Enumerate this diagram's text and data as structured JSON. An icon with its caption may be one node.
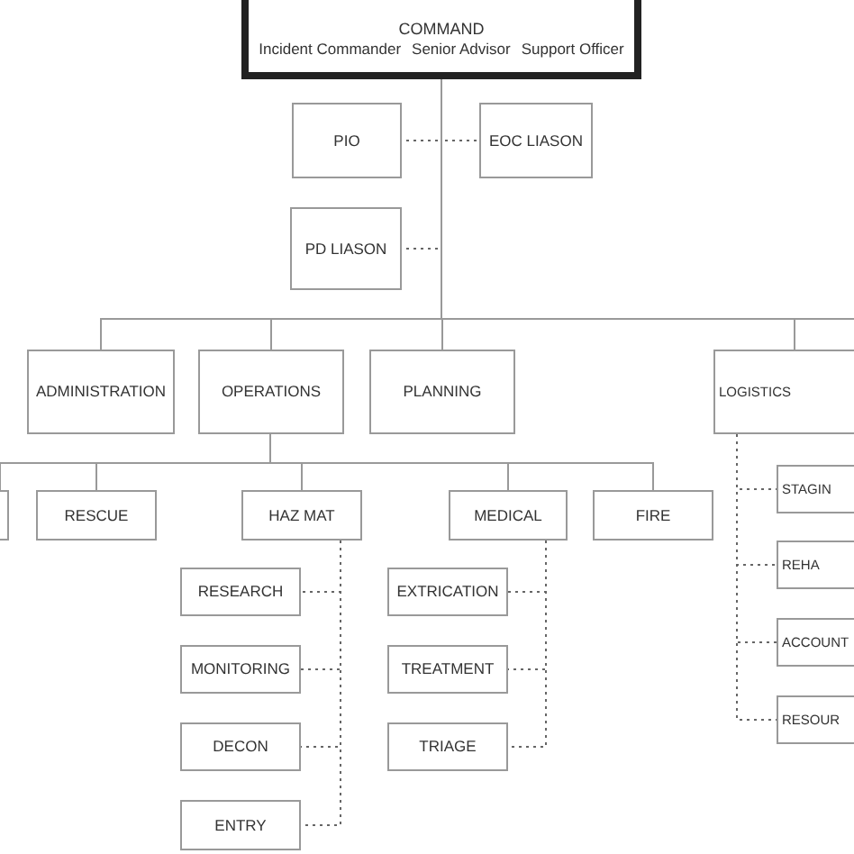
{
  "diagram": {
    "nodes": [
      {
        "text": [
          "COMMAND",
          "Incident Commander",
          "Senior Advisor",
          "Support Officer"
        ]
      },
      {
        "text": [
          "PIO"
        ]
      },
      {
        "text": [
          "EOC LIASON"
        ]
      },
      {
        "text": [
          "PD LIASON"
        ]
      },
      {
        "text": [
          "ADMINISTRATION"
        ]
      },
      {
        "text": [
          "OPERATIONS"
        ]
      },
      {
        "text": [
          "PLANNING"
        ]
      },
      {
        "text": [
          "LOGISTICS"
        ]
      },
      {
        "text": [],
        "shape": "box"
      },
      {
        "text": [
          "RESCUE"
        ]
      },
      {
        "text": [
          "HAZ MAT"
        ]
      },
      {
        "text": [
          "MEDICAL"
        ]
      },
      {
        "text": [
          "FIRE"
        ]
      },
      {
        "text": [
          "STAGIN"
        ]
      },
      {
        "text": [
          "RESEARCH"
        ]
      },
      {
        "text": [
          "EXTRICATION"
        ]
      },
      {
        "text": [
          "REHA"
        ]
      },
      {
        "text": [
          "MONITORING"
        ]
      },
      {
        "text": [
          "TREATMENT"
        ]
      },
      {
        "text": [
          "ACCOUNT"
        ]
      },
      {
        "text": [
          "DECON"
        ]
      },
      {
        "text": [
          "TRIAGE"
        ]
      },
      {
        "text": [
          "RESOUR"
        ]
      },
      {
        "text": [
          "ENTRY"
        ]
      }
    ],
    "edges": [
      {
        "from": 0,
        "to": 1,
        "arrow": "none",
        "style": "dashed"
      },
      {
        "from": 0,
        "to": 2,
        "arrow": "none",
        "style": "dashed"
      },
      {
        "from": 0,
        "to": 3,
        "arrow": "none",
        "style": "dashed"
      },
      {
        "from": 0,
        "to": 4,
        "arrow": "none"
      },
      {
        "from": 0,
        "to": 5,
        "arrow": "none"
      },
      {
        "from": 0,
        "to": 6,
        "arrow": "none"
      },
      {
        "from": 0,
        "to": 7,
        "arrow": "none"
      },
      {
        "from": 0,
        "to": null,
        "arrow": "none"
      },
      {
        "from": 5,
        "to": 8,
        "arrow": "none"
      },
      {
        "from": 5,
        "to": 9,
        "arrow": "none"
      },
      {
        "from": 5,
        "to": 10,
        "arrow": "none"
      },
      {
        "from": 5,
        "to": 11,
        "arrow": "none"
      },
      {
        "from": 5,
        "to": 12,
        "arrow": "none"
      },
      {
        "from": 10,
        "to": 14,
        "arrow": "none",
        "style": "dashed"
      },
      {
        "from": 10,
        "to": 17,
        "arrow": "none",
        "style": "dashed"
      },
      {
        "from": 10,
        "to": 20,
        "arrow": "none",
        "style": "dashed"
      },
      {
        "from": 10,
        "to": 23,
        "arrow": "none",
        "style": "dashed"
      },
      {
        "from": 11,
        "to": 15,
        "arrow": "none",
        "style": "dashed"
      },
      {
        "from": 11,
        "to": 18,
        "arrow": "none",
        "style": "dashed"
      },
      {
        "from": 11,
        "to": 21,
        "arrow": "none",
        "style": "dashed"
      },
      {
        "from": 7,
        "to": 13,
        "arrow": "none",
        "style": "dashed"
      },
      {
        "from": 7,
        "to": 16,
        "arrow": "none",
        "style": "dashed"
      },
      {
        "from": 7,
        "to": 19,
        "arrow": "none",
        "style": "dashed"
      },
      {
        "from": 7,
        "to": 22,
        "arrow": "none",
        "style": "dashed"
      }
    ]
  }
}
